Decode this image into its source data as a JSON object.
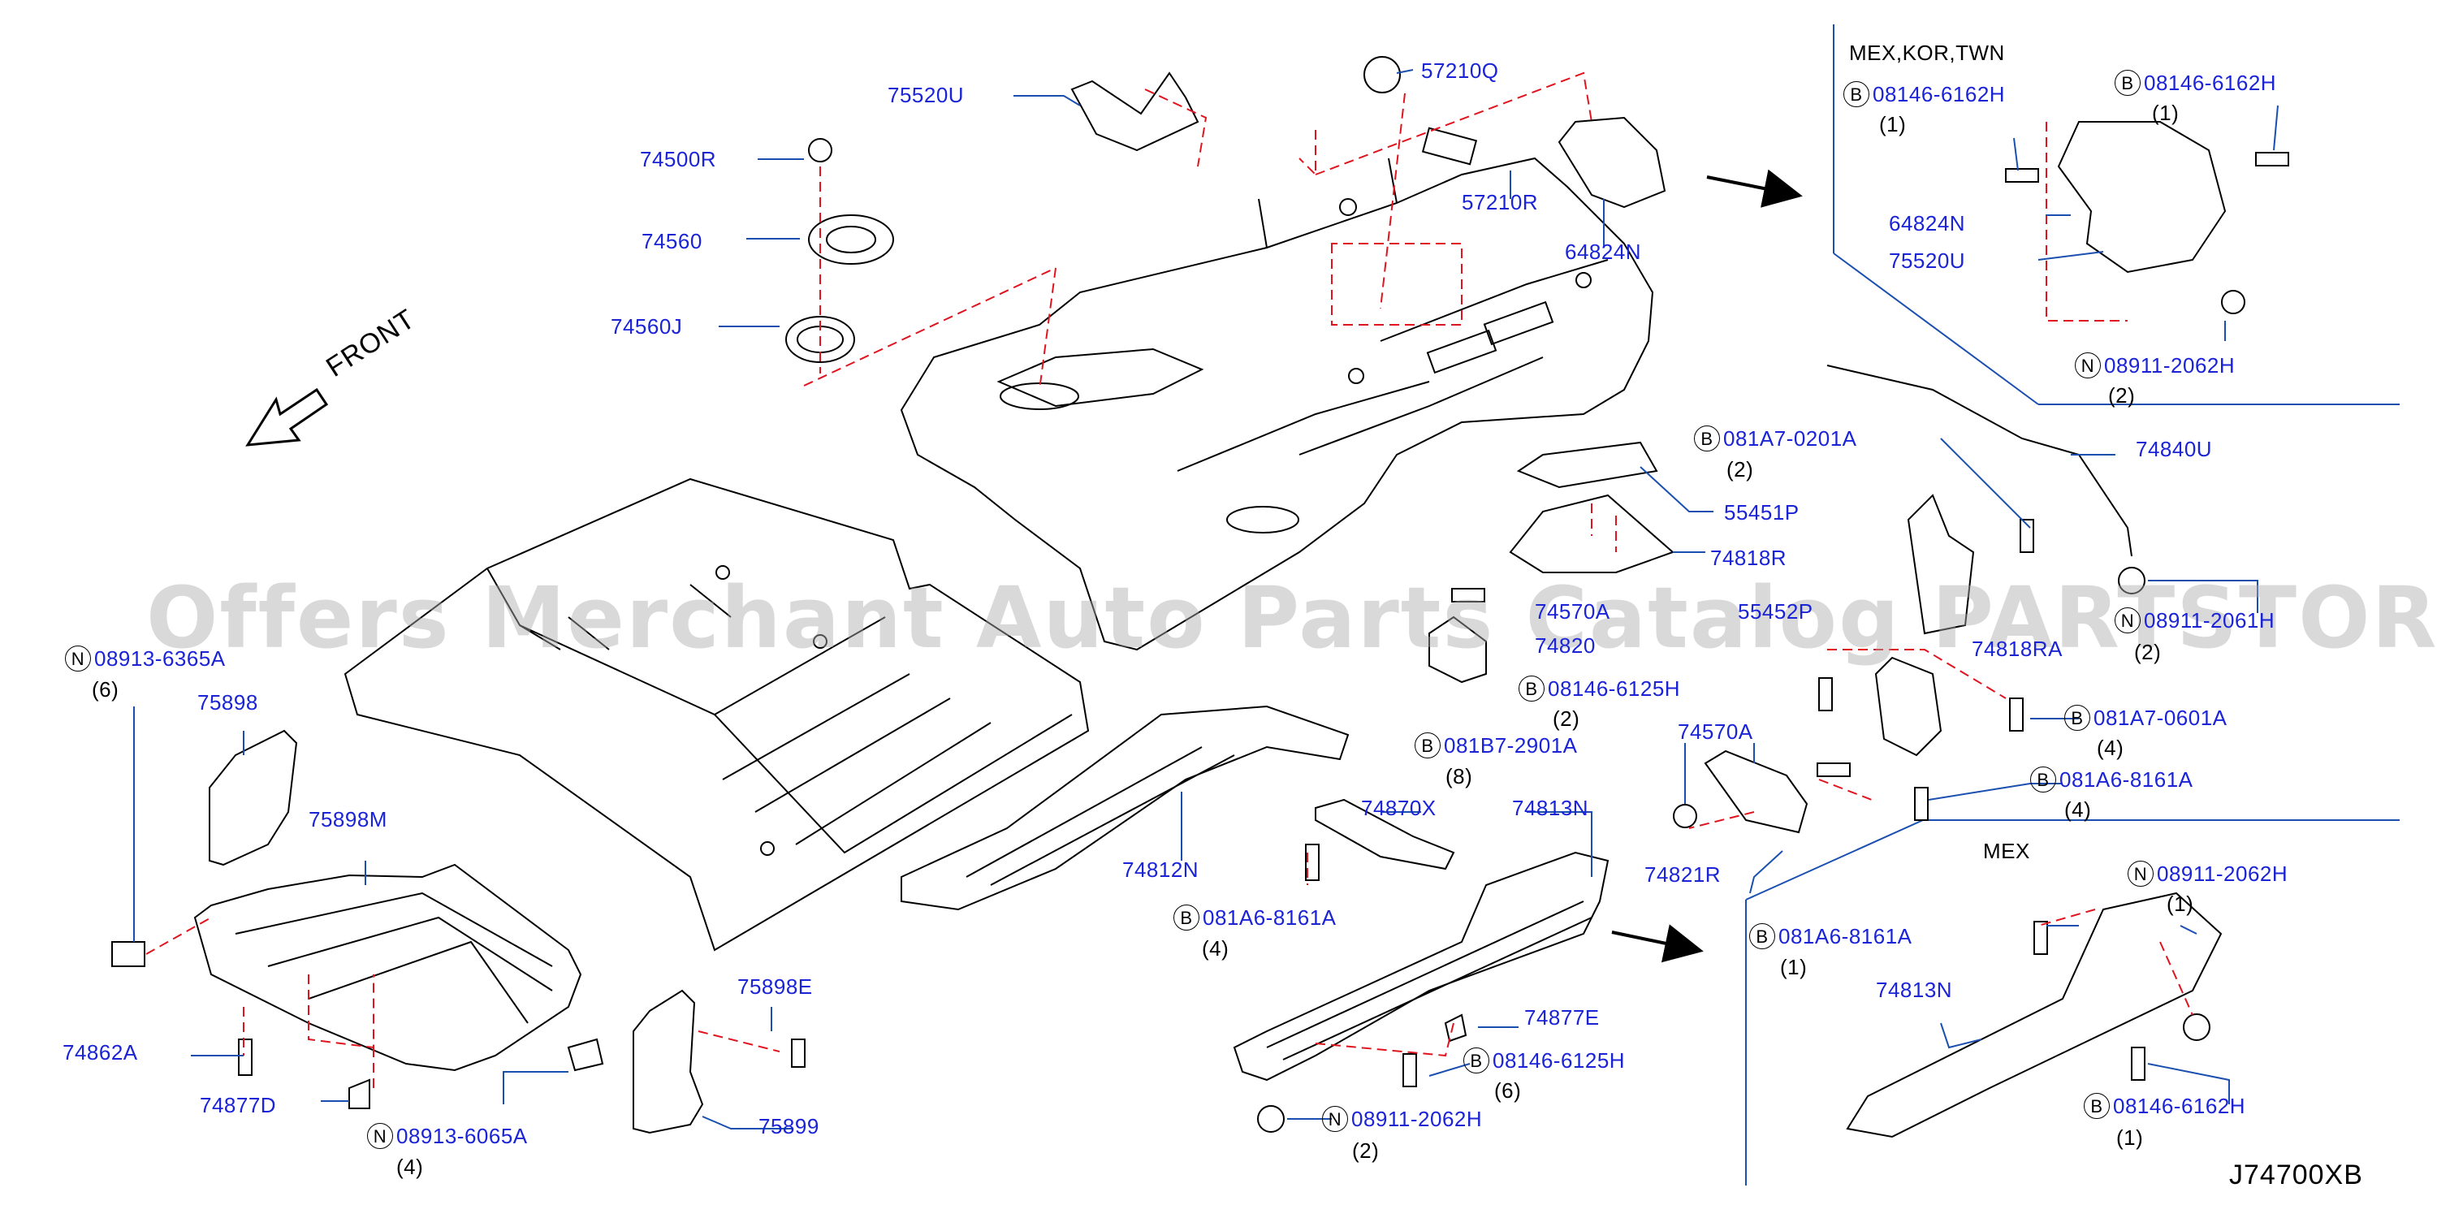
{
  "diagram": {
    "id": "J74700XB",
    "direction_label": "FRONT",
    "watermark": "Offers Merchant Auto Parts Catalog PARTSTORE.SA",
    "insets": {
      "top": {
        "title": "MEX,KOR,TWN"
      },
      "bottom": {
        "title": "MEX"
      }
    },
    "colors": {
      "part_number": "#1a24d6",
      "leader": "#1a4fb0",
      "phantom": "#e0141e",
      "line": "#000000"
    }
  },
  "parts": {
    "p57210Q": "57210Q",
    "p75520U": "75520U",
    "p74500R": "74500R",
    "p57210R": "57210R",
    "p74560": "74560",
    "p74560J": "74560J",
    "p64824N": "64824N",
    "p55451P": "55451P",
    "p74818R": "74818R",
    "p74570A_upper": "74570A",
    "p74820_upper": "74820",
    "p081A7_0201A": "081A7-0201A",
    "q081A7_0201A": "(2)",
    "p08146_6125H_mid": "08146-6125H",
    "q08146_6125H_mid": "(2)",
    "p74840U": "74840U",
    "p55452P": "55452P",
    "p74818RA": "74818RA",
    "p08911_2061H": "08911-2061H",
    "q08911_2061H": "(2)",
    "p081A7_0601A": "081A7-0601A",
    "q081A7_0601A": "(4)",
    "p081A6_8161A_right": "081A6-8161A",
    "q081A6_8161A_right": "(4)",
    "p74570A": "74570A",
    "p74821R": "74821R",
    "p08913_6365A": "08913-6365A",
    "q08913_6365A": "(6)",
    "p75898": "75898",
    "p75898M": "75898M",
    "p74862A": "74862A",
    "p74877D": "74877D",
    "p08913_6065A": "08913-6065A",
    "q08913_6065A": "(4)",
    "p75898E": "75898E",
    "p75899": "75899",
    "p74812N": "74812N",
    "p081B7_2901A": "081B7-2901A",
    "q081B7_2901A": "(8)",
    "p74870X": "74870X",
    "p081A6_8161A_mid": "081A6-8161A",
    "q081A6_8161A_mid": "(4)",
    "p74813N": "74813N",
    "p74877E": "74877E",
    "p08146_6125H_low": "08146-6125H",
    "q08146_6125H_low": "(6)",
    "p08911_2062H_low": "08911-2062H",
    "q08911_2062H_low": "(2)",
    "in1_08146_6162H_left": "08146-6162H",
    "in1_q_left": "(1)",
    "in1_08146_6162H_right": "08146-6162H",
    "in1_q_right": "(1)",
    "in1_64824N": "64824N",
    "in1_75520U": "75520U",
    "in1_08911_2062H": "08911-2062H",
    "in1_q_nut": "(2)",
    "in2_081A6_8161A": "081A6-8161A",
    "in2_q_bolt": "(1)",
    "in2_08911_2062H": "08911-2062H",
    "in2_q_nut": "(1)",
    "in2_74813N": "74813N",
    "in2_08146_6162H": "08146-6162H",
    "in2_q_bolt2": "(1)"
  },
  "badges": {
    "B": "B",
    "N": "N"
  }
}
